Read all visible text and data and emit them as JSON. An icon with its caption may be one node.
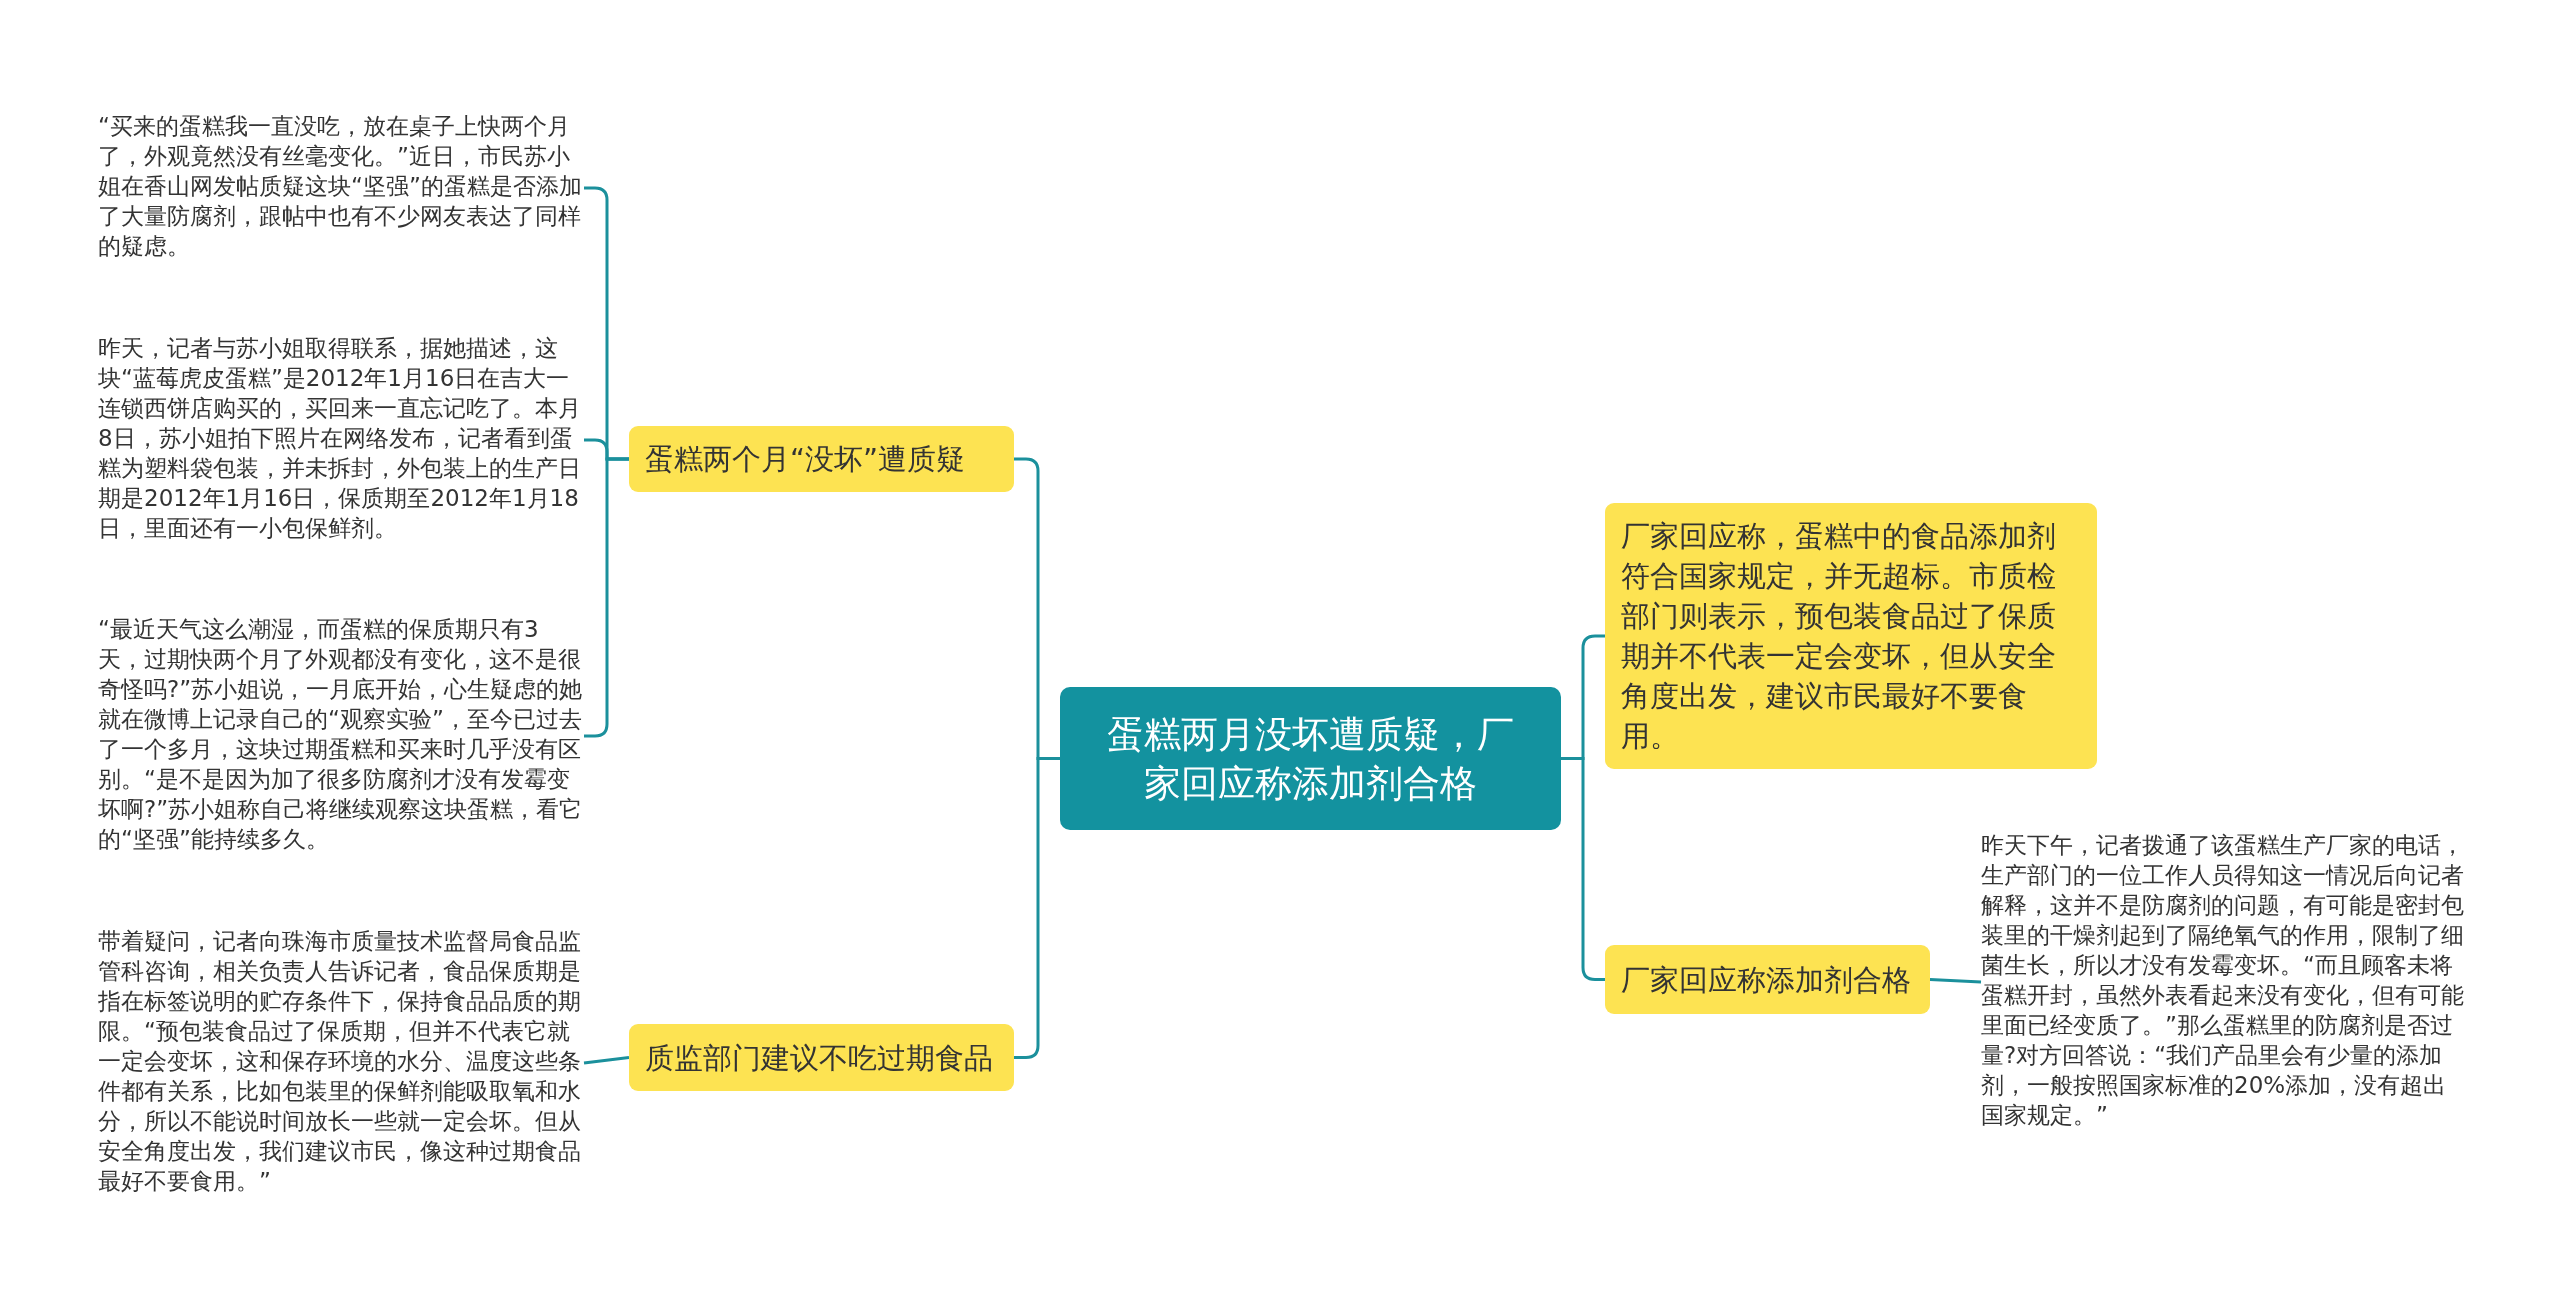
{
  "diagram": {
    "nodes": [
      {
        "text": [
          "蛋糕两月没坏遭质疑，厂家回应称添加剂合格"
        ]
      },
      {
        "text": [
          "蛋糕两个月“没坏”遭质疑"
        ]
      },
      {
        "text": [
          "“买来的蛋糕我一直没吃，放在桌子上快两个月了，外观竟然没有丝毫变化。”近日，市民苏小姐在香山网发帖质疑这块“坚强”的蛋糕是否添加了大量防腐剂，跟帖中也有不少网友表达了同样的疑虑。"
        ]
      },
      {
        "text": [
          "昨天，记者与苏小姐取得联系，据她描述，这块“蓝莓虎皮蛋糕”是2012年1月16日在吉大一连锁西饼店购买的，买回来一直忘记吃了。本月8日，苏小姐拍下照片在网络发布，记者看到蛋糕为塑料袋包装，并未拆封，外包装上的生产日期是2012年1月16日，保质期至2012年1月18日，里面还有一小包保鲜剂。"
        ]
      },
      {
        "text": [
          "“最近天气这么潮湿，而蛋糕的保质期只有3天，过期快两个月了外观都没有变化，这不是很奇怪吗?”苏小姐说，一月底开始，心生疑虑的她就在微博上记录自己的“观察实验”，至今已过去了一个多月，这块过期蛋糕和买来时几乎没有区别。“是不是因为加了很多防腐剂才没有发霉变坏啊?”苏小姐称自己将继续观察这块蛋糕，看它的“坚强”能持续多久。"
        ]
      },
      {
        "text": [
          "质监部门建议不吃过期食品"
        ]
      },
      {
        "text": [
          "带着疑问，记者向珠海市质量技术监督局食品监管科咨询，相关负责人告诉记者，食品保质期是指在标签说明的贮存条件下，保持食品品质的期限。“预包装食品过了保质期，但并不代表它就一定会变坏，这和保存环境的水分、温度这些条件都有关系，比如包装里的保鲜剂能吸取氧和水分，所以不能说时间放长一些就一定会坏。但从安全角度出发，我们建议市民，像这种过期食品最好不要食用。”"
        ]
      },
      {
        "text": [
          "厂家回应称，蛋糕中的食品添加剂符合国家规定，并无超标。市质检部门则表示，预包装食品过了保质期并不代表一定会变坏，但从安全角度出发，建议市民最好不要食用。"
        ]
      },
      {
        "text": [
          "厂家回应称添加剂合格"
        ]
      },
      {
        "text": [
          "昨天下午，记者拨通了该蛋糕生产厂家的电话，生产部门的一位工作人员得知这一情况后向记者解释，这并不是防腐剂的问题，有可能是密封包装里的干燥剂起到了隔绝氧气的作用，限制了细菌生长，所以才没有发霉变坏。“而且顾客未将蛋糕开封，虽然外表看起来没有变化，但有可能里面已经变质了。”那么蛋糕里的防腐剂是否过量?对方回答说：“我们产品里会有少量的添加剂，一般按照国家标准的20%添加，没有超出国家规定。”"
        ]
      }
    ],
    "edges": [
      {
        "from": 0,
        "to": 1,
        "arrow": "none"
      },
      {
        "from": 1,
        "to": 2,
        "arrow": "none"
      },
      {
        "from": 1,
        "to": 3,
        "arrow": "none"
      },
      {
        "from": 1,
        "to": 4,
        "arrow": "none"
      },
      {
        "from": 0,
        "to": 5,
        "arrow": "none"
      },
      {
        "from": 5,
        "to": 6,
        "arrow": "none"
      },
      {
        "from": 0,
        "to": 7,
        "arrow": "none"
      },
      {
        "from": 0,
        "to": 8,
        "arrow": "none"
      },
      {
        "from": 8,
        "to": 9,
        "arrow": "none"
      }
    ]
  }
}
